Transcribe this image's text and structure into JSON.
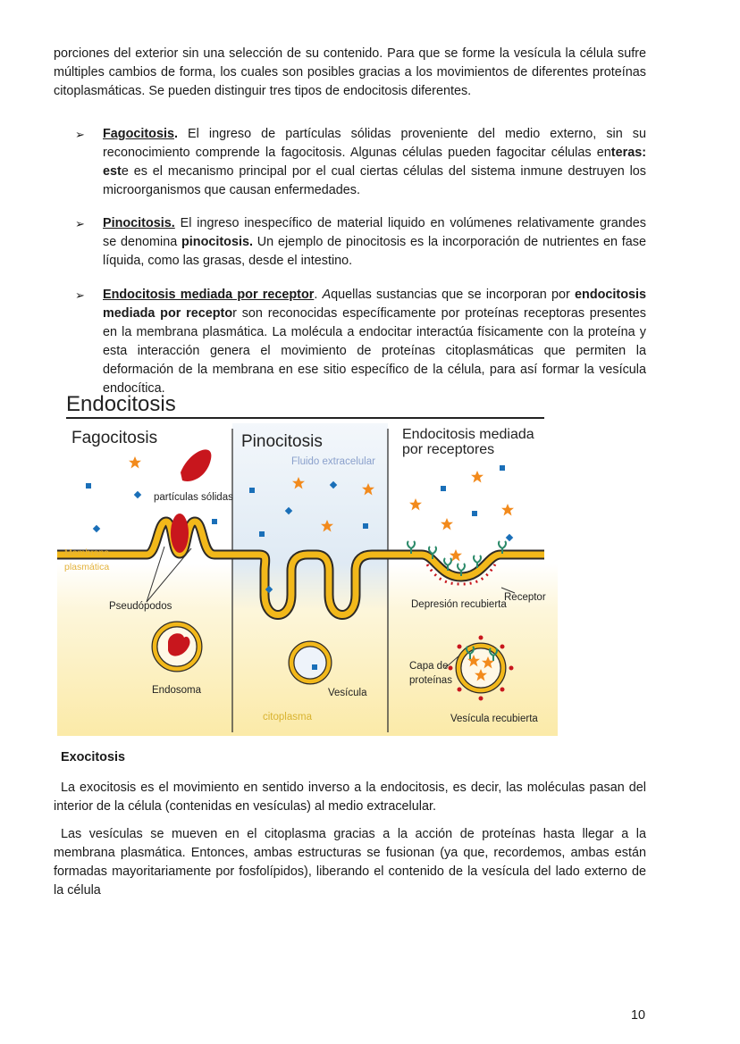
{
  "intro_text": "porciones del exterior sin una selección de su contenido. Para que se forme la vesícula la célula sufre múltiples cambios de forma, los cuales son posibles gracias a los movimientos de diferentes proteínas citoplasmáticas. Se pueden distinguir tres tipos de endocitosis diferentes.",
  "bullet_symbol": "➢",
  "items": [
    {
      "title": "Fagocitosis",
      "title_suffix": ".",
      "text_a": " El ingreso de partículas sólidas proveniente del medio externo, sin su reconocimiento comprende la fagocitosis. Algunas células pueden fagocitar células en",
      "bold_a": "teras: est",
      "text_b": "e es el mecanismo principal por el cual ciertas células del sistema inmune destruyen los microorganismos que causan enfermedades."
    },
    {
      "title": "Pinocitosis.",
      "text_a": " El ingreso inespecífico de material liquido en volúmenes relativamente grandes se denomina ",
      "bold_a": "pinocitosis.",
      "text_b": " Un ejemplo de pinocitosis es la incorporación de nutrientes en fase líquida, como las grasas, desde el intestino."
    },
    {
      "title": "Endocitosis mediada por receptor",
      "title_suffix": ". ",
      "italic_a": "A",
      "text_a": "quellas sustancias que se incorporan por ",
      "bold_a": "endocitosis mediada por recepto",
      "text_b": "r son reconocidas específicamente por proteínas receptoras presentes en la membrana plasmática. La molécula a endocitar interactúa físicamente con la proteína y esta interacción genera el movimiento de proteínas citoplasmáticas que permiten la deformación de la membrana en ese sitio específico de la célula, para así formar la vesícula endocítica."
    }
  ],
  "figure": {
    "title": "Endocitosis",
    "panel_titles": [
      "Fagocitosis",
      "Pinocitosis",
      "Endocitosis mediada",
      "por receptores"
    ],
    "labels": {
      "fluido": "Fluido extracelular",
      "particulas": "partículas sólidas",
      "membrana_1": "Membrana",
      "membrana_2": "plasmática",
      "pseudopodos": "Pseudópodos",
      "endosoma": "Endosoma",
      "vesicula": "Vesícula",
      "citoplasma": "citoplasma",
      "depresion": "Depresión recubierta",
      "receptor": "Receptor",
      "capa_1": "Capa de",
      "capa_2": "proteínas",
      "vesicula_recubierta": "Vesícula recubierta"
    },
    "colors": {
      "membrane": "#f2b81a",
      "membrane_edge": "#2d2a26",
      "cell_red": "#c8161d",
      "star": "#f28a1c",
      "dot": "#1a6fb8",
      "cytoplasm": "#fbf0c4",
      "extracellular": "#dfeaf4",
      "receptor": "#2c8a6a",
      "fluid_label": "#8aa0cc",
      "cyto_label": "#d9b330",
      "membrane_label": "#e3b23c"
    }
  },
  "exocitosis": {
    "heading": "Exocitosis",
    "p1": "La exocitosis es el movimiento en sentido inverso a la endocitosis, es decir, las moléculas pasan del interior de la célula (contenidas en vesículas) al medio extracelular.",
    "p2": "Las vesículas se mueven en el citoplasma gracias a la acción de proteínas hasta llegar a la membrana plasmática. Entonces, ambas estructuras se fusionan (ya que, recordemos, ambas están formadas mayoritariamente por fosfolípidos), liberando el contenido de la vesícula del lado externo de la célula"
  },
  "page_number": "10"
}
